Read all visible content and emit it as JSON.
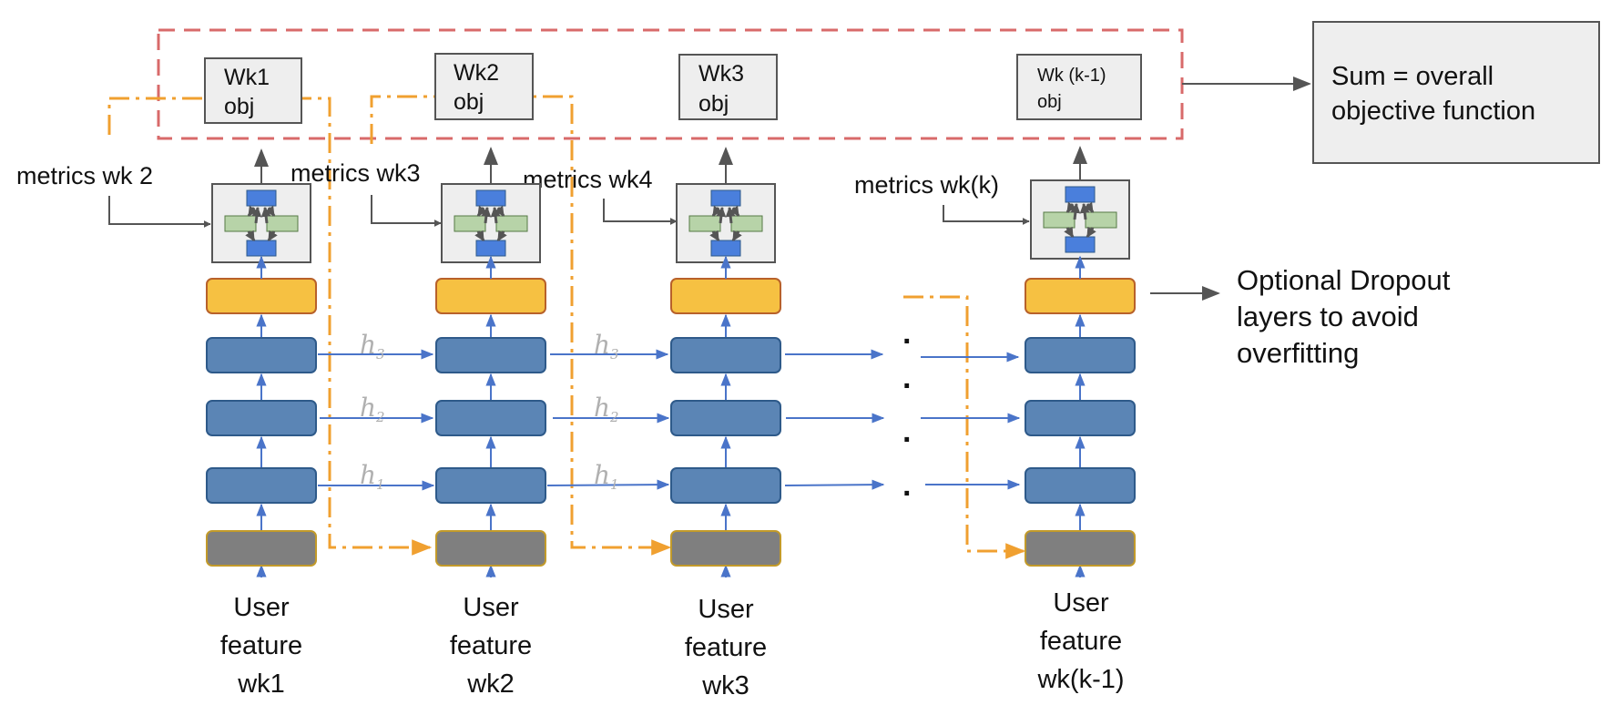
{
  "columns": [
    {
      "objective": [
        "Wk1",
        "obj"
      ],
      "metrics": "metrics wk 2",
      "feature": [
        "User",
        "feature",
        "wk1"
      ]
    },
    {
      "objective": [
        "Wk2",
        "obj"
      ],
      "metrics": "metrics wk3",
      "feature": [
        "User",
        "feature",
        "wk2"
      ]
    },
    {
      "objective": [
        "Wk3",
        "obj"
      ],
      "metrics": "metrics wk4",
      "feature": [
        "User",
        "feature",
        "wk3"
      ]
    },
    {
      "objective": [
        "Wk (k-1)",
        "obj"
      ],
      "metrics": "metrics wk(k)",
      "feature": [
        "User",
        "feature",
        "wk(k-1)"
      ]
    }
  ],
  "hidden_state_labels": [
    {
      "base": "h",
      "sub": "3"
    },
    {
      "base": "h",
      "sub": "2"
    },
    {
      "base": "h",
      "sub": "1"
    }
  ],
  "ellipsis_dots": [
    "·",
    "·",
    "·",
    "·"
  ],
  "sum_box": [
    "Sum = overall",
    "objective function"
  ],
  "dropout_note": [
    "Optional Dropout",
    "layers to avoid",
    "overfitting"
  ],
  "colors": {
    "lstm_fill": "#5b85b5",
    "lstm_stroke": "#2e5a8a",
    "dropout_fill": "#f6c142",
    "dropout_stroke": "#b8612a",
    "input_fill": "#7f7f7f",
    "input_stroke": "#c29a2a",
    "arrow_blue": "#4a74c9",
    "orange": "#f0a030",
    "red_dash": "#d86a6a",
    "module_blue": "#4a7fdc",
    "module_green": "#b7d3a8",
    "gray_box": "#eeeeee"
  }
}
